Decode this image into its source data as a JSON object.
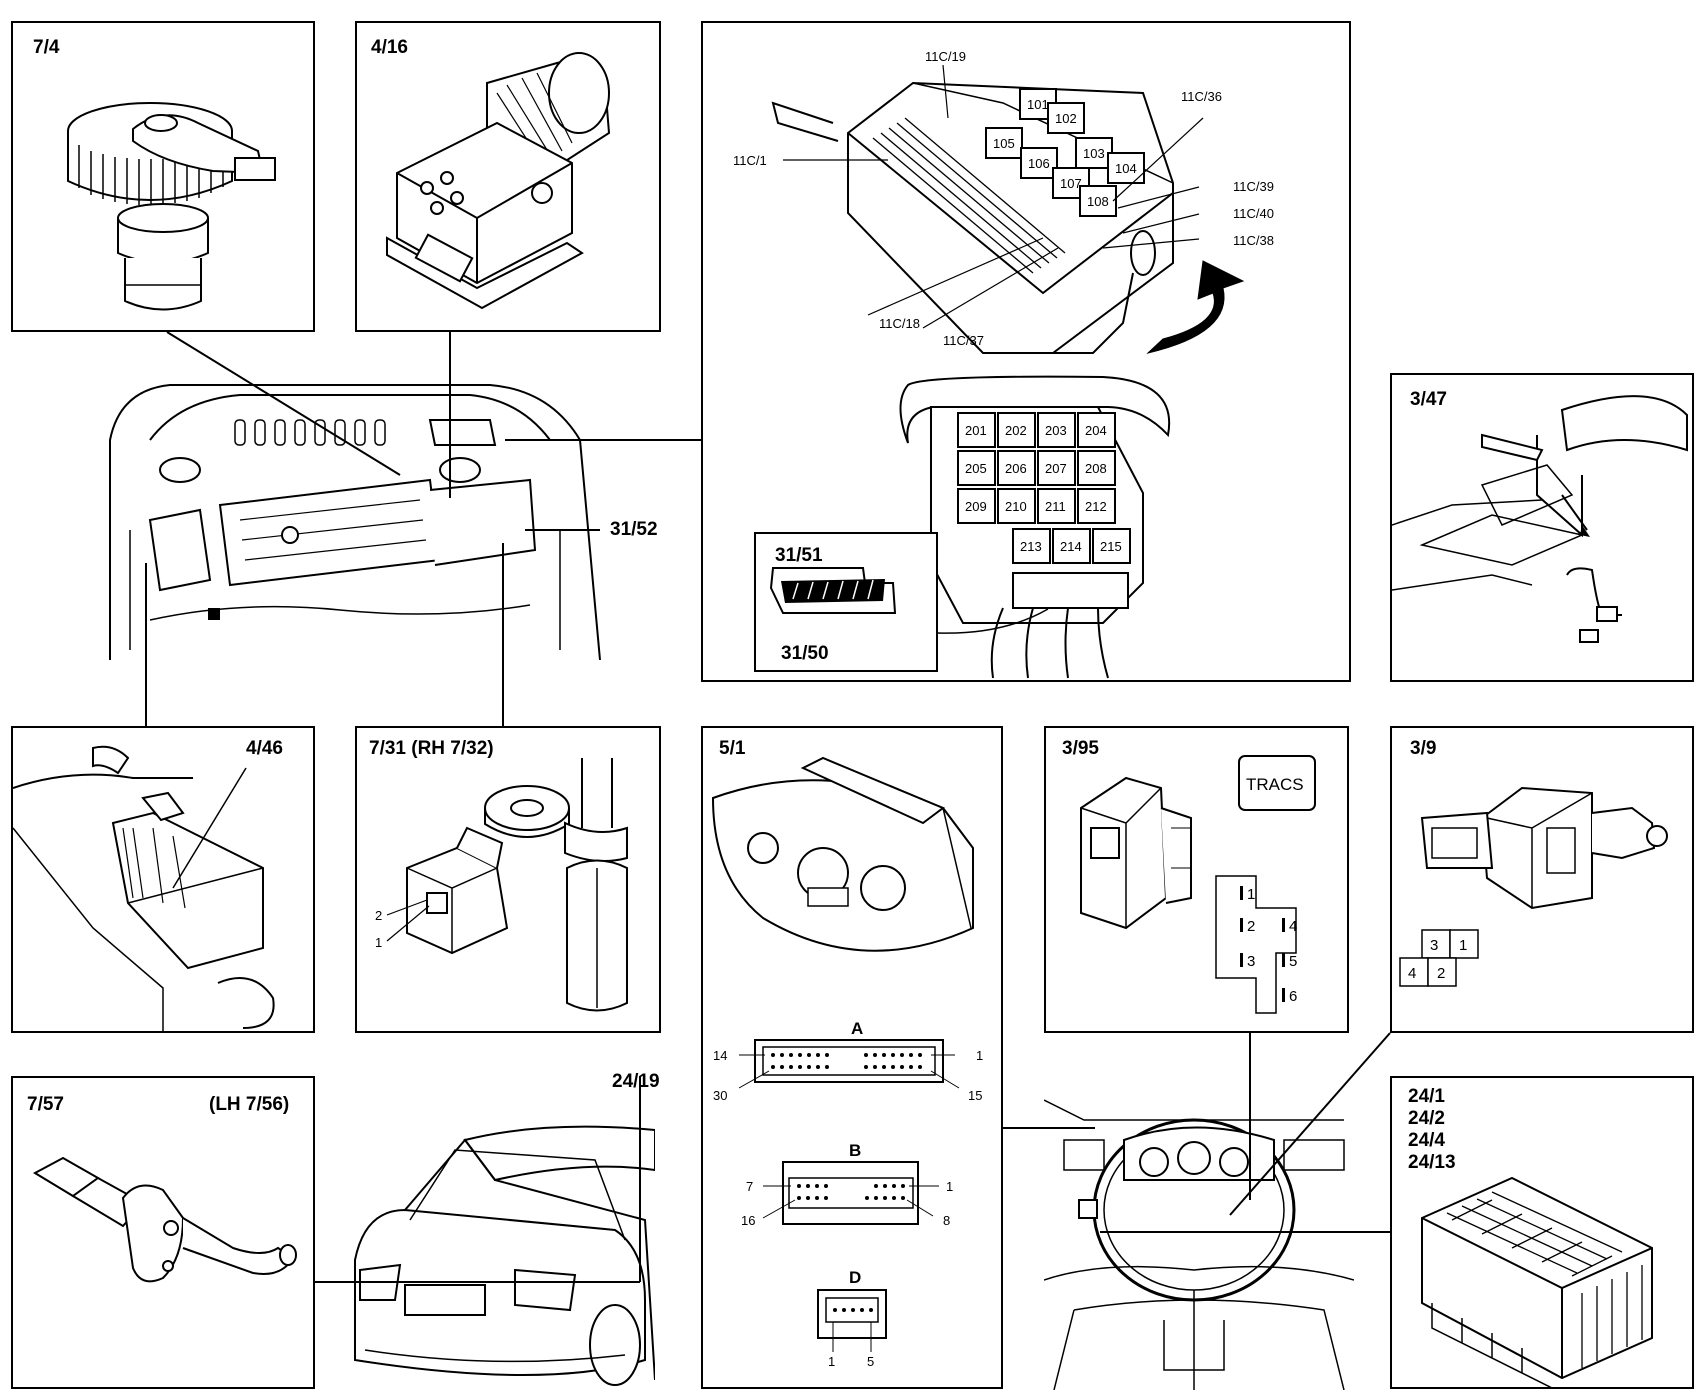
{
  "panels": {
    "p_7_4": {
      "label": "7/4"
    },
    "p_4_16": {
      "label": "4/16"
    },
    "p_fuse": {
      "callouts": [
        "11C/19",
        "11C/1",
        "11C/36",
        "11C/39",
        "11C/40",
        "11C/38",
        "11C/18",
        "11C/37"
      ],
      "relays_top": [
        "101",
        "102",
        "103",
        "104",
        "105",
        "106",
        "107",
        "108"
      ],
      "relays_bottom": [
        "201",
        "202",
        "203",
        "204",
        "205",
        "206",
        "207",
        "208",
        "209",
        "210",
        "211",
        "212",
        "213",
        "214",
        "215"
      ],
      "conn_label_top": "31/51",
      "conn_label_bottom": "31/50"
    },
    "p_3_47": {
      "label": "3/47"
    },
    "p_4_46": {
      "label": "4/46"
    },
    "p_7_31": {
      "label": "7/31 (RH 7/32)",
      "pin2": "2",
      "pin1": "1"
    },
    "p_5_1": {
      "label": "5/1",
      "conn_a": {
        "name": "A",
        "p14": "14",
        "p1": "1",
        "p30": "30",
        "p15": "15"
      },
      "conn_b": {
        "name": "B",
        "p7": "7",
        "p1": "1",
        "p16": "16",
        "p8": "8"
      },
      "conn_d": {
        "name": "D",
        "p1": "1",
        "p5": "5"
      }
    },
    "p_3_95": {
      "label": "3/95",
      "button_text": "TRACS",
      "pins": [
        "1",
        "2",
        "3",
        "4",
        "5",
        "6"
      ]
    },
    "p_3_9": {
      "label": "3/9",
      "pins": [
        "3",
        "1",
        "4",
        "2"
      ]
    },
    "p_7_57": {
      "label": "7/57",
      "label_lh": "(LH 7/56)"
    },
    "p_24": {
      "labels": [
        "24/1",
        "24/2",
        "24/4",
        "24/13"
      ]
    }
  },
  "engine_label": "31/52",
  "car_label": "24/19"
}
